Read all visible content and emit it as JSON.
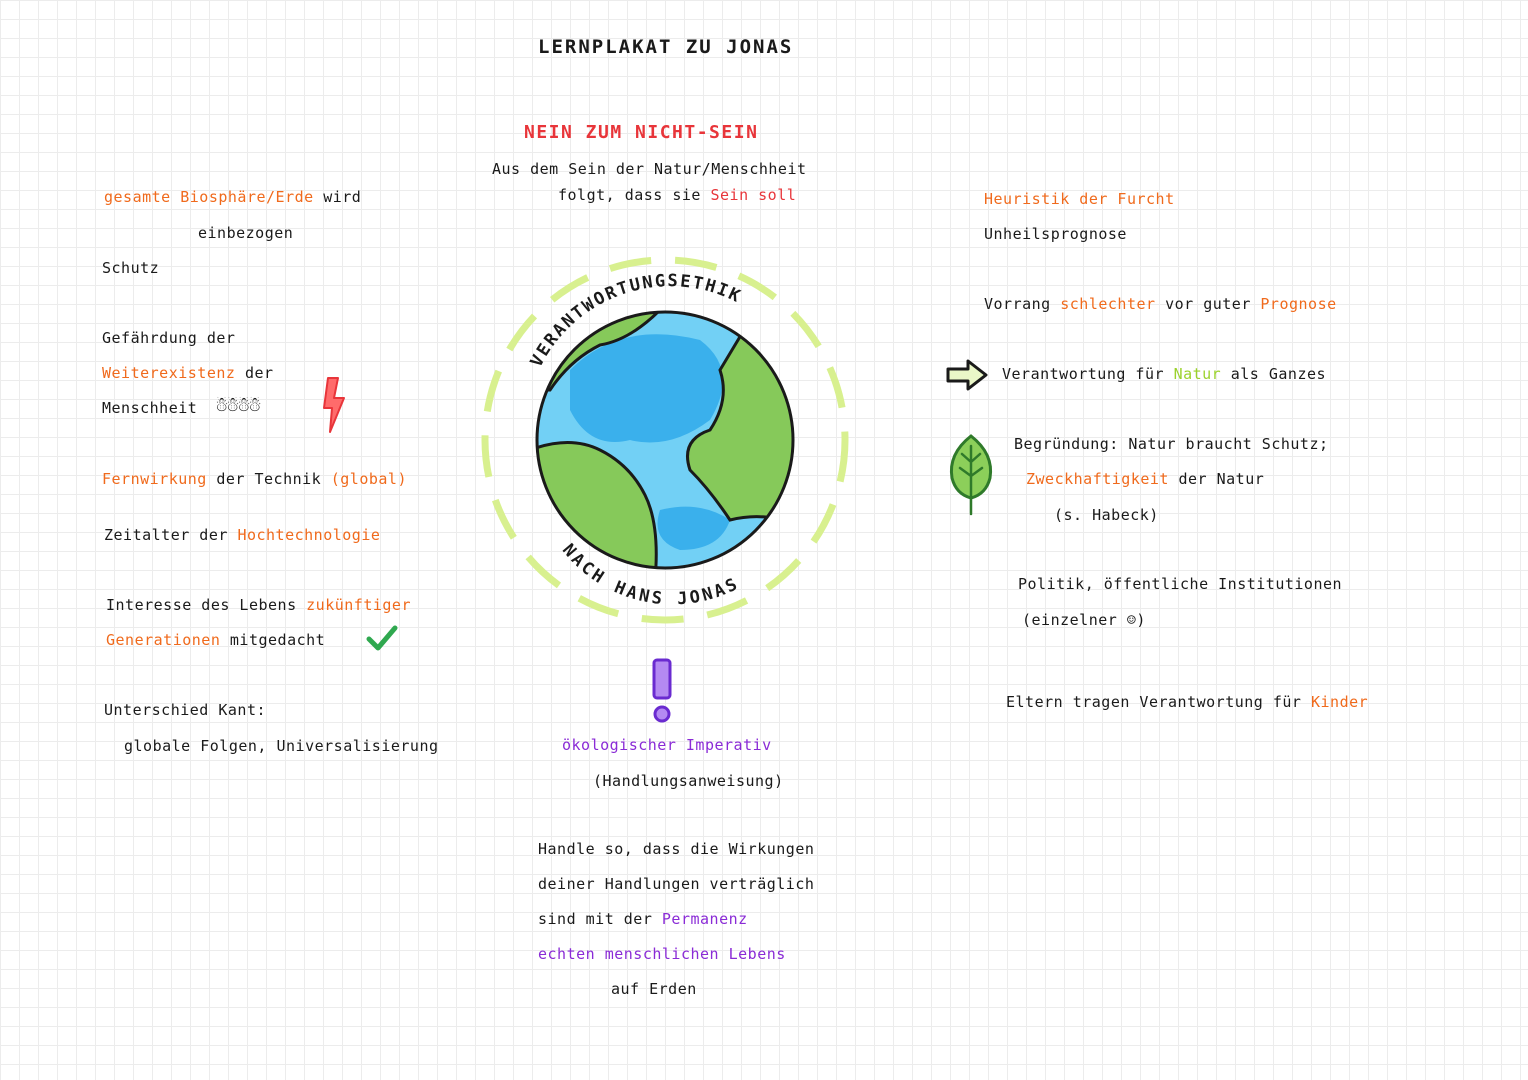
{
  "title": "LERNPLAKAT ZU JONAS",
  "center": {
    "heading": "NEIN ZUM NICHT-SEIN",
    "sub1": "Aus dem Sein der Natur/Menschheit",
    "sub2_a": "folgt, dass sie",
    "sub2_sein": "Sein",
    "sub2_soll": "soll",
    "globe_top": "VERANTWORTUNGSETHIK",
    "globe_bottom": "NACH HANS JONAS",
    "imperativ": "ökologischer Imperativ",
    "imperativ_sub": "(Handlungsanweisung)",
    "rule1": "Handle so, dass die Wirkungen",
    "rule2": "deiner Handlungen verträglich",
    "rule3_a": "sind mit der",
    "rule3_b": "Permanenz",
    "rule4": "echten menschlichen Lebens",
    "rule5": "auf Erden"
  },
  "left": {
    "l1_a": "gesamte Biosphäre/Erde",
    "l1_b": "wird",
    "l2": "einbezogen",
    "l3": "Schutz",
    "l4": "Gefährdung der",
    "l5_a": "Weiterexistenz",
    "l5_b": "der",
    "l6": "Menschheit",
    "l7_a": "Fernwirkung",
    "l7_b": "der Technik",
    "l7_c": "(global)",
    "l8_a": "Zeitalter der",
    "l8_b": "Hochtechnologie",
    "l9_a": "Interesse des Lebens",
    "l9_b": "zukünftiger",
    "l10_a": "Generationen",
    "l10_b": "mitgedacht",
    "l11": "Unterschied Kant:",
    "l12": "globale Folgen, Universalisierung"
  },
  "right": {
    "r1": "Heuristik der Furcht",
    "r2": "Unheilsprognose",
    "r3_a": "Vorrang",
    "r3_b": "schlechter",
    "r3_c": "vor guter",
    "r3_d": "Prognose",
    "r4_a": "Verantwortung für",
    "r4_b": "Natur",
    "r4_c": "als Ganzes",
    "r5": "Begründung: Natur braucht Schutz;",
    "r6_a": "Zweckhaftigkeit",
    "r6_b": "der Natur",
    "r7": "(s. Habeck)",
    "r8": "Politik, öffentliche Institutionen",
    "r9": "(einzelner",
    "r9_end": ")",
    "r10_a": "Eltern tragen Verantwortung für",
    "r10_b": "Kinder"
  },
  "colors": {
    "orange": "#f06a1c",
    "red": "#e8353a",
    "green": "#9bd22b",
    "purple": "#8a2bd6",
    "ocean": "#5cc7f2",
    "land": "#7ec850"
  }
}
